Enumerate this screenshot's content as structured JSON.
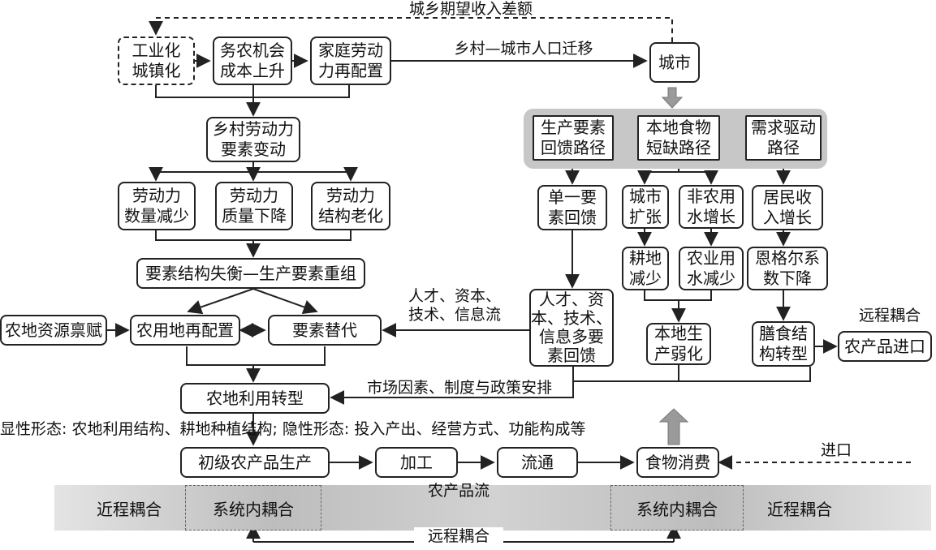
{
  "top_feedback": "城乡期望收入差额",
  "migration": "乡村—城市人口迁移",
  "boxes": {
    "industrialization": "工业化\n城镇化",
    "farm_cost": "务农机会\n成本上升",
    "labor_realloc": "家庭劳动\n力再配置",
    "city": "城市",
    "rural_labor": "乡村劳动力\n要素变动",
    "labor_qty": "劳动力\n数量减少",
    "labor_quality": "劳动力\n质量下降",
    "labor_aging": "劳动力\n结构老化",
    "factor_imbalance": "要素结构失衡—生产要素重组",
    "land_endowment": "农地资源禀赋",
    "land_realloc": "农用地再配置",
    "factor_sub": "要素替代",
    "land_transition": "农地利用转型",
    "primary_prod": "初级农产品生产",
    "processing": "加工",
    "circulation": "流通",
    "food_consumption": "食物消费",
    "path_feedback": "生产要素\n回馈路径",
    "path_shortage": "本地食物\n短缺路径",
    "path_demand": "需求驱动\n路径",
    "single_feedback": "单一要\n素回馈",
    "multi_feedback": "人才、资\n本、技术、\n信息多要\n素回馈",
    "urban_expansion": "城市\n扩张",
    "nonagri_water": "非农用\n水增长",
    "farmland_decrease": "耕地\n减少",
    "agri_water_decrease": "农业用\n水减少",
    "local_weakening": "本地生\n产弱化",
    "income_growth": "居民收\n入增长",
    "engel_decline": "恩格尔系\n数下降",
    "diet_transform": "膳食结\n构转型",
    "import_products": "农产品进口"
  },
  "labels": {
    "talent_flow": "人才、资本、\n技术、信息流",
    "market_factors": "市场因素、制度与政策安排",
    "forms": "显性形态: 农地利用结构、耕地种植结构; 隐性形态: 投入产出、经营方式、功能构成等",
    "remote_coupling_right": "远程耦合",
    "import": "进口",
    "product_flow": "农产品流"
  },
  "band": {
    "left_remote": "近程耦合",
    "left_inner": "系统内耦合",
    "right_inner": "系统内耦合",
    "right_remote": "近程耦合"
  },
  "bottom_remote": "远程耦合"
}
